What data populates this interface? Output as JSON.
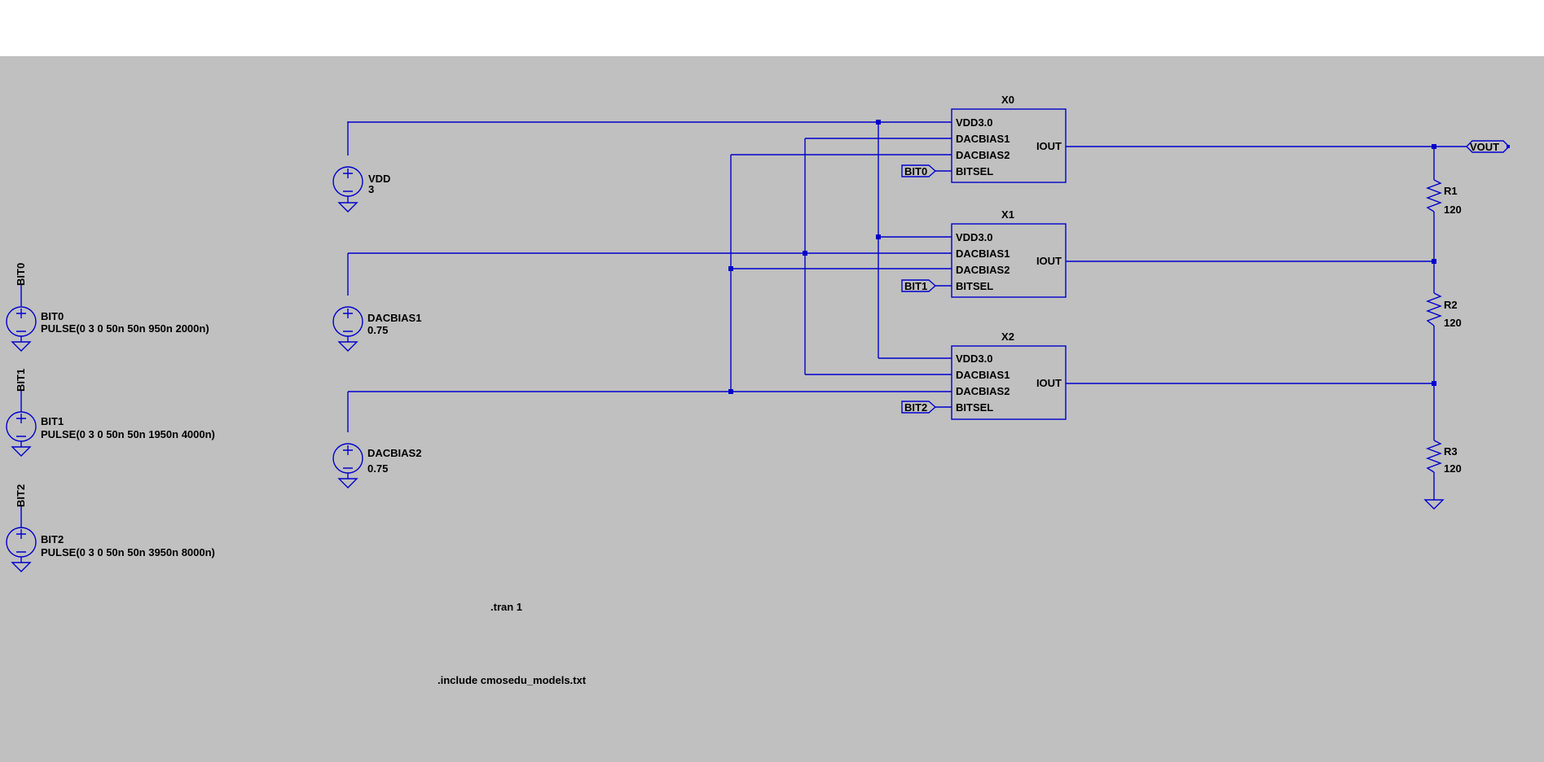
{
  "sources": {
    "vdd": {
      "name": "VDD",
      "value": "3"
    },
    "dacbias1": {
      "name": "DACBIAS1",
      "value": "0.75"
    },
    "dacbias2": {
      "name": "DACBIAS2",
      "value": "0.75"
    },
    "bit0": {
      "name": "BIT0",
      "value": "PULSE(0 3 0 50n 50n 950n 2000n)",
      "net": "BIT0"
    },
    "bit1": {
      "name": "BIT1",
      "value": "PULSE(0 3 0 50n 50n 1950n 4000n)",
      "net": "BIT1"
    },
    "bit2": {
      "name": "BIT2",
      "value": "PULSE(0 3 0 50n 50n 3950n 8000n)",
      "net": "BIT2"
    }
  },
  "subcircuits": [
    {
      "name": "X0",
      "pins": [
        "VDD3.0",
        "DACBIAS1",
        "DACBIAS2",
        "BITSEL"
      ],
      "out": "IOUT",
      "bit_label": "BIT0"
    },
    {
      "name": "X1",
      "pins": [
        "VDD3.0",
        "DACBIAS1",
        "DACBIAS2",
        "BITSEL"
      ],
      "out": "IOUT",
      "bit_label": "BIT1"
    },
    {
      "name": "X2",
      "pins": [
        "VDD3.0",
        "DACBIAS1",
        "DACBIAS2",
        "BITSEL"
      ],
      "out": "IOUT",
      "bit_label": "BIT2"
    }
  ],
  "resistors": [
    {
      "name": "R1",
      "value": "120"
    },
    {
      "name": "R2",
      "value": "120"
    },
    {
      "name": "R3",
      "value": "120"
    }
  ],
  "output_label": "VOUT",
  "directives": {
    "tran": ".tran 1",
    "include": ".include cmosedu_models.txt"
  },
  "colors": {
    "wire": "#0000cd",
    "background": "#c0c0c0"
  }
}
